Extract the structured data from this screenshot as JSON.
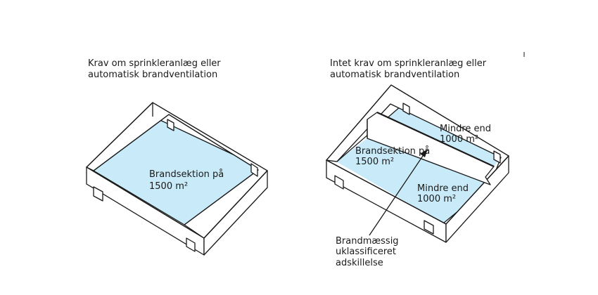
{
  "left": {
    "caption": [
      "Krav om sprinkleranlæg eller",
      "automatisk brandventilation"
    ],
    "area_label": [
      "Brandsektion på",
      "1500 m²"
    ]
  },
  "right": {
    "caption": [
      "Intet krav om sprinkleranlæg eller",
      "automatisk brandventilation"
    ],
    "main_label": [
      "Brandsektion på",
      "1500 m²"
    ],
    "upper_label": [
      "Mindre end",
      "1000 m²"
    ],
    "lower_label": [
      "Mindre end",
      "1000 m²"
    ],
    "annotation": [
      "Brandmæssig",
      "uklassificeret",
      "adskillelse"
    ]
  },
  "colors": {
    "floor": "#c9eaf8",
    "wall": "#ffffff",
    "stroke": "#1a1a1a"
  }
}
